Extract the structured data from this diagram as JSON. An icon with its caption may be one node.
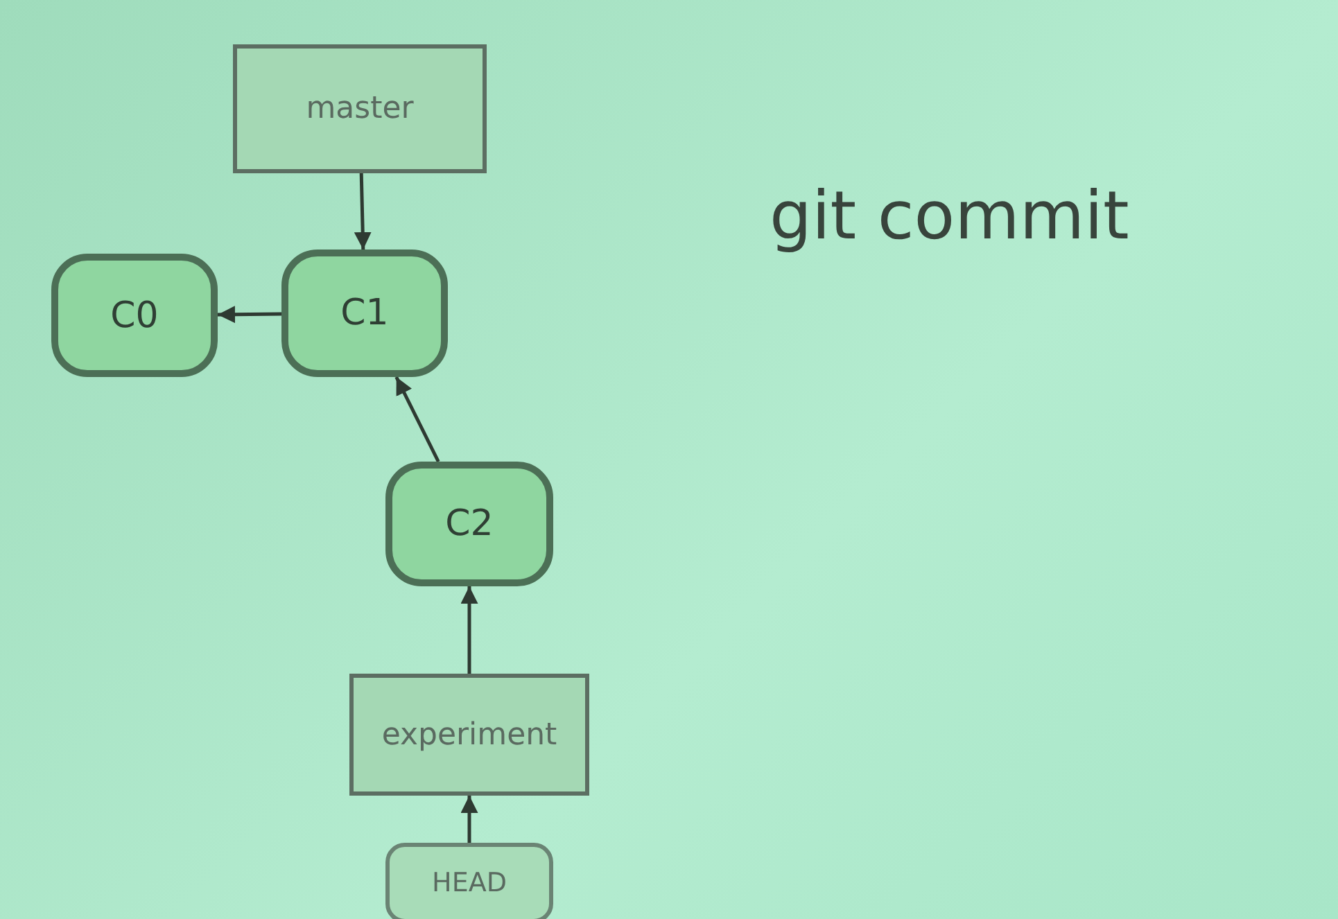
{
  "diagram": {
    "title": "git commit",
    "nodes": [
      {
        "text": [
          "master"
        ]
      },
      {
        "text": [
          "C0"
        ]
      },
      {
        "text": [
          "C1"
        ]
      },
      {
        "text": [
          "C2"
        ]
      },
      {
        "text": [
          "experiment"
        ]
      },
      {
        "text": [
          "HEAD"
        ]
      }
    ],
    "edges": [
      {
        "from": 0,
        "to": 2,
        "arrow": "to"
      },
      {
        "from": 2,
        "to": 1,
        "arrow": "to"
      },
      {
        "from": 3,
        "to": 2,
        "arrow": "to"
      },
      {
        "from": 4,
        "to": 3,
        "arrow": "to"
      },
      {
        "from": 5,
        "to": 4,
        "arrow": "to"
      }
    ]
  }
}
